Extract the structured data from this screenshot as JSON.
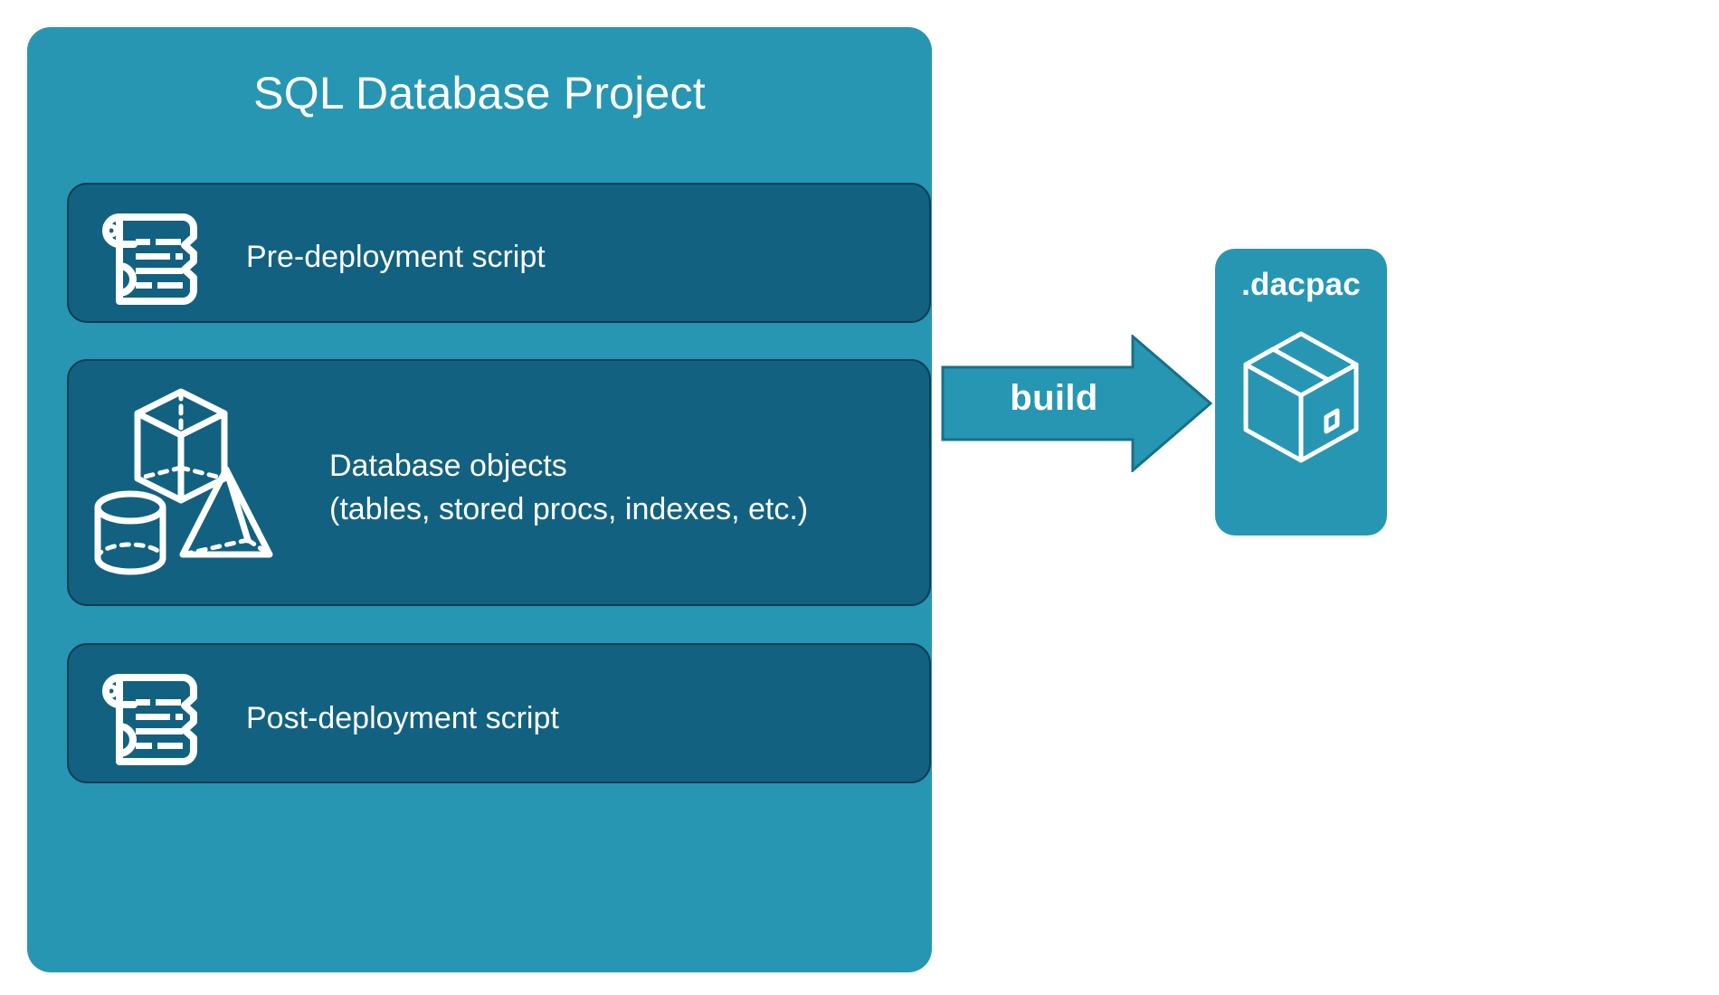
{
  "diagram": {
    "title": "SQL Database Project",
    "background_color": "#ffffff",
    "accent_color": "#2796B3",
    "panel_color": "#126180",
    "panel_border_color": "#0d3d52",
    "text_color": "#ffffff"
  },
  "project": {
    "title": "SQL Database Project",
    "panels": [
      {
        "id": "pre-deployment",
        "label": "Pre-deployment script",
        "icon": "scroll-icon"
      },
      {
        "id": "database-objects",
        "label_line1": "Database objects",
        "label_line2": "(tables, stored procs, indexes, etc.)",
        "icon": "shapes-icon"
      },
      {
        "id": "post-deployment",
        "label": "Post-deployment script",
        "icon": "scroll-icon"
      }
    ]
  },
  "build": {
    "label": "build",
    "arrow_direction": "right",
    "color": "#2796B3"
  },
  "output": {
    "title": ".dacpac",
    "icon": "package-box-icon",
    "color": "#2796B3"
  }
}
